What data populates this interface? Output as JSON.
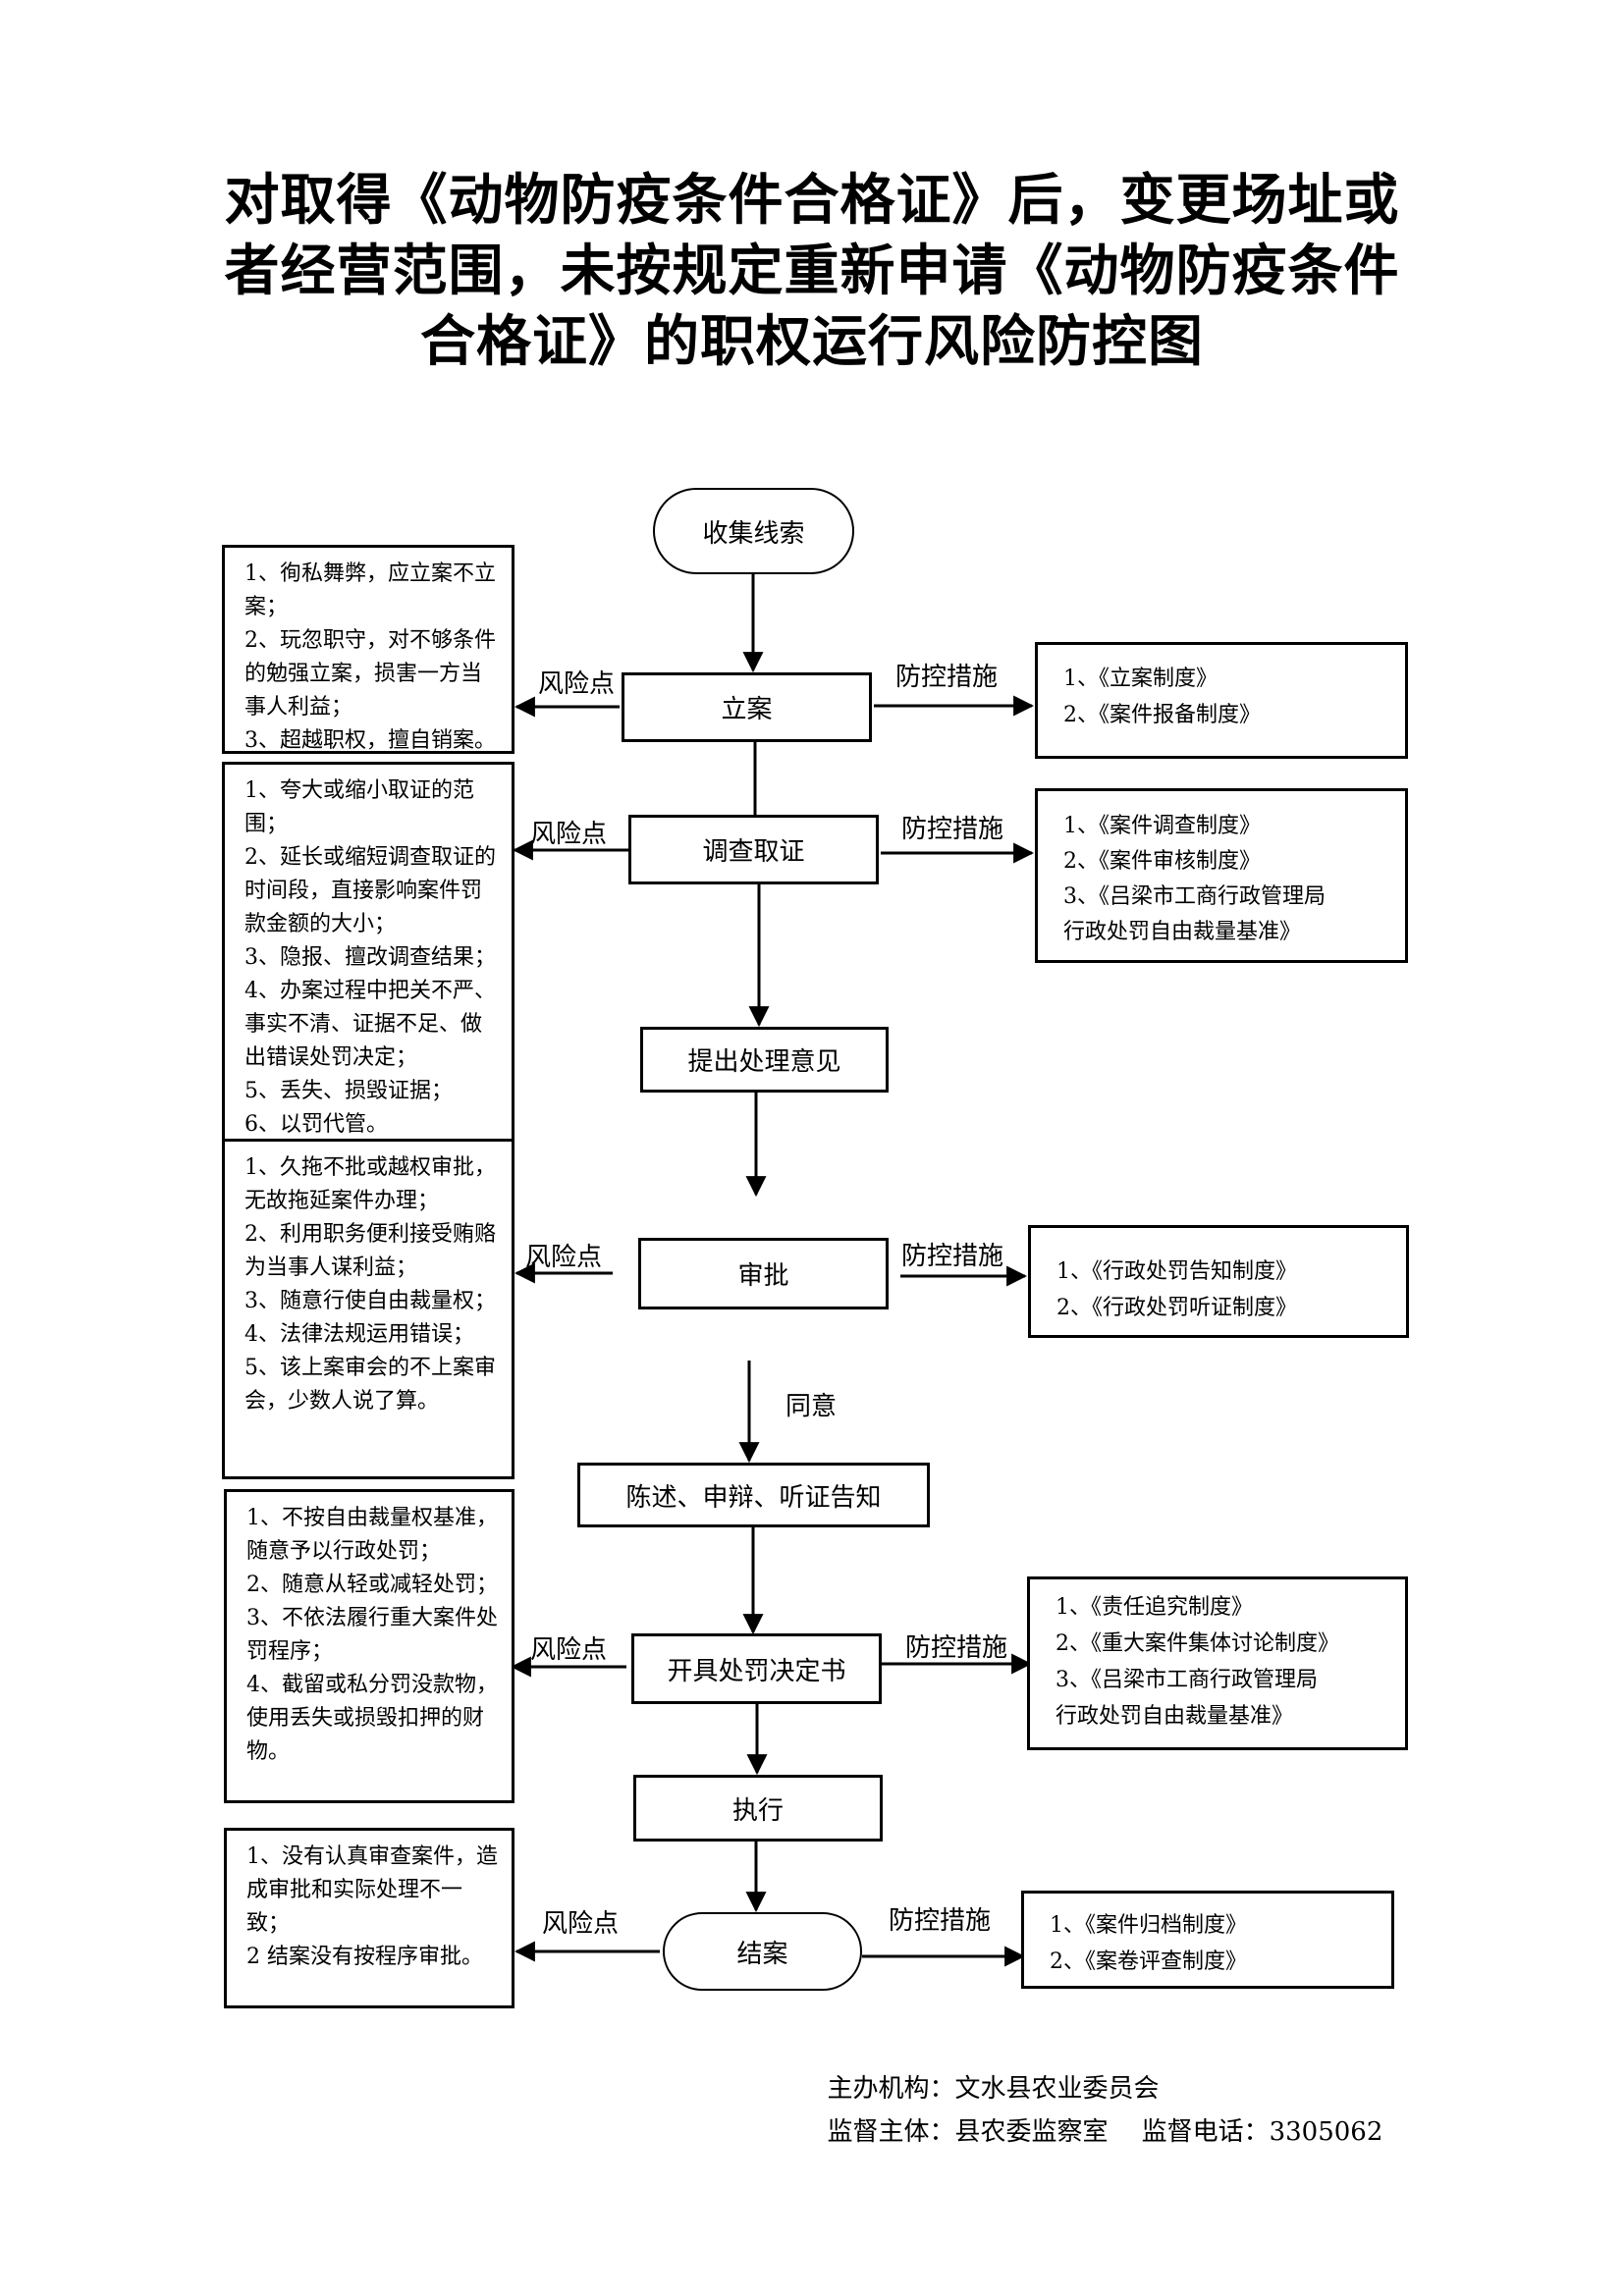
{
  "title": {
    "line1": "对取得《动物防疫条件合格证》后，变更场址或",
    "line2": "者经营范围，未按规定重新申请《动物防疫条件",
    "line3": "合格证》的职权运行风险防控图"
  },
  "labels": {
    "risk_point": "风险点",
    "control_measures": "防控措施",
    "agree": "同意"
  },
  "flow": {
    "start": "收集线索",
    "filing": "立案",
    "investigation": "调查取证",
    "proposal": "提出处理意见",
    "approval": "审批",
    "notice": "陈述、申辩、听证告知",
    "decision": "开具处罚决定书",
    "execution": "执行",
    "closing": "结案"
  },
  "risks": {
    "filing": [
      "1、徇私舞弊，应立案不立案；",
      "2、玩忽职守，对不够条件的勉强立案，损害一方当事人利益；",
      "3、超越职权，擅自销案。"
    ],
    "investigation": [
      "1、夸大或缩小取证的范围；",
      "2、延长或缩短调查取证的时间段，直接影响案件罚款金额的大小；",
      "3、隐报、擅改调查结果；",
      "4、办案过程中把关不严、事实不清、证据不足、做出错误处罚决定；",
      "5、丢失、损毁证据；",
      "6、以罚代管。"
    ],
    "approval": [
      "1、久拖不批或越权审批，无故拖延案件办理；",
      "2、利用职务便利接受贿赂为当事人谋利益；",
      "3、随意行使自由裁量权；",
      "4、法律法规运用错误；",
      "5、该上案审会的不上案审会，少数人说了算。"
    ],
    "decision": [
      "1、不按自由裁量权基准，随意予以行政处罚；",
      "2、随意从轻或减轻处罚；",
      "3、不依法履行重大案件处罚程序；",
      "4、截留或私分罚没款物，使用丢失或损毁扣押的财物。"
    ],
    "closing": [
      "1、没有认真审查案件，造成审批和实际处理不一致；",
      "2 结案没有按程序审批。"
    ]
  },
  "measures": {
    "filing": [
      "1、《立案制度》",
      "2、《案件报备制度》"
    ],
    "investigation": [
      "1、《案件调查制度》",
      "2、《案件审核制度》",
      "3、《吕梁市工商行政管理局",
      "行政处罚自由裁量基准》"
    ],
    "approval": [
      "1、《行政处罚告知制度》",
      "2、《行政处罚听证制度》"
    ],
    "decision": [
      "1、《责任追究制度》",
      "2、《重大案件集体讨论制度》",
      "3、《吕梁市工商行政管理局",
      "行政处罚自由裁量基准》"
    ],
    "closing": [
      "1、《案件归档制度》",
      "2、《案卷评查制度》"
    ]
  },
  "footer": {
    "organizer_label": "主办机构：",
    "organizer": "文水县农业委员会",
    "supervisor_label": "监督主体：",
    "supervisor": "县农委监察室",
    "phone_label": "监督电话：",
    "phone": "3305062"
  }
}
